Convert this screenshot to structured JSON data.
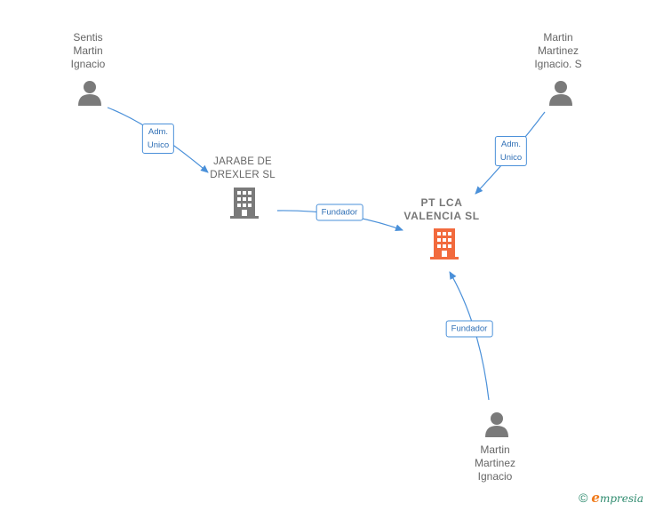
{
  "nodes": {
    "sentis": {
      "label": "Sentis\nMartin\nIgnacio",
      "icon": "person-icon"
    },
    "martin_s": {
      "label": "Martin\nMartinez\nIgnacio.  S",
      "icon": "person-icon"
    },
    "jarabe": {
      "label": "JARABE DE\nDREXLER  SL",
      "icon": "building-icon"
    },
    "ptlca": {
      "label": "PT LCA\nVALENCIA  SL",
      "icon": "building-icon",
      "color": "#f26a3d"
    },
    "martin_i": {
      "label": "Martin\nMartinez\nIgnacio",
      "icon": "person-icon"
    }
  },
  "edges": {
    "sentis_jarabe": "Adm.\nUnico",
    "martin_s_ptlca": "Adm.\nUnico",
    "jarabe_ptlca": "Fundador",
    "martin_i_ptlca": "Fundador"
  },
  "colors": {
    "edge": "#4a90d9",
    "person": "#7a7a7a",
    "building": "#7a7a7a",
    "focus_building": "#f26a3d"
  },
  "footer": {
    "copyright": "©",
    "brand_initial": "e",
    "brand_rest": "mpresia"
  }
}
